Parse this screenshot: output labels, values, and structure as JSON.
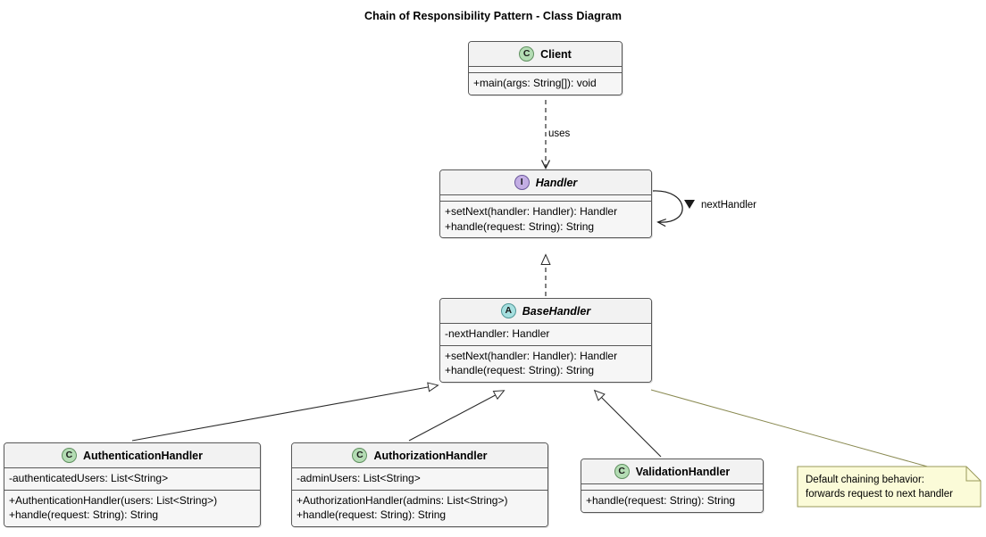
{
  "title": "Chain of Responsibility Pattern - Class Diagram",
  "colors": {
    "background": "#ffffff",
    "box_fill": "#f6f6f6",
    "box_border": "#585858",
    "class_badge": "#b4dcb4",
    "interface_badge": "#c3aee4",
    "abstract_badge": "#a5dfdf",
    "note_fill": "#fbfbd8",
    "note_border": "#9a9a5a",
    "line": "#2b2b2b"
  },
  "classes": {
    "client": {
      "name": "Client",
      "stereotype": "C",
      "stereotype_kind": "class",
      "italic": false,
      "attributes": [],
      "methods": [
        "+main(args: String[]): void"
      ]
    },
    "handler": {
      "name": "Handler",
      "stereotype": "I",
      "stereotype_kind": "interface",
      "italic": true,
      "attributes": [],
      "methods": [
        "+setNext(handler: Handler): Handler",
        "+handle(request: String): String"
      ]
    },
    "base_handler": {
      "name": "BaseHandler",
      "stereotype": "A",
      "stereotype_kind": "abstract",
      "italic": true,
      "attributes": [
        "-nextHandler: Handler"
      ],
      "methods": [
        "+setNext(handler: Handler): Handler",
        "+handle(request: String): String"
      ]
    },
    "authentication_handler": {
      "name": "AuthenticationHandler",
      "stereotype": "C",
      "stereotype_kind": "class",
      "italic": false,
      "attributes": [
        "-authenticatedUsers: List<String>"
      ],
      "methods": [
        "+AuthenticationHandler(users: List<String>)",
        "+handle(request: String): String"
      ]
    },
    "authorization_handler": {
      "name": "AuthorizationHandler",
      "stereotype": "C",
      "stereotype_kind": "class",
      "italic": false,
      "attributes": [
        "-adminUsers: List<String>"
      ],
      "methods": [
        "+AuthorizationHandler(admins: List<String>)",
        "+handle(request: String): String"
      ]
    },
    "validation_handler": {
      "name": "ValidationHandler",
      "stereotype": "C",
      "stereotype_kind": "class",
      "italic": false,
      "attributes": [],
      "methods": [
        "+handle(request: String): String"
      ]
    }
  },
  "edges": {
    "uses_label": "uses",
    "next_handler_label": "nextHandler"
  },
  "note": {
    "line1": "Default chaining behavior:",
    "line2": "forwards request to next handler"
  }
}
